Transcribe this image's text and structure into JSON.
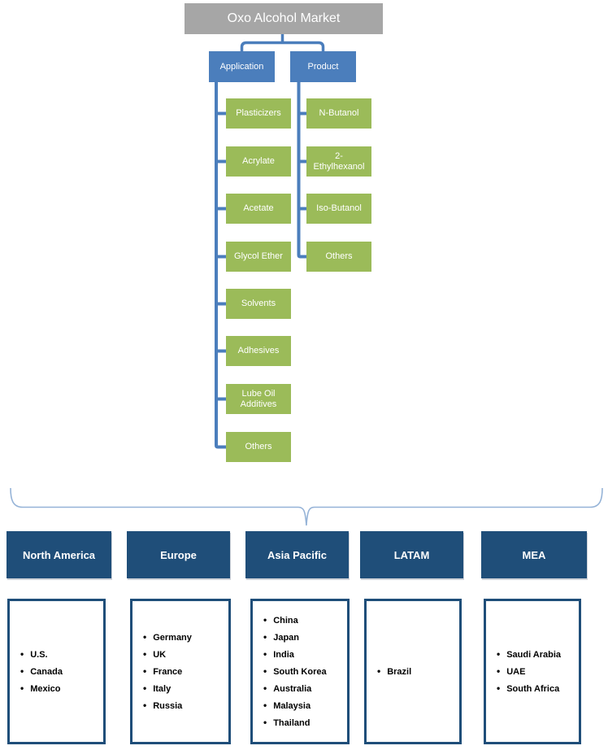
{
  "title": "Oxo Alcohol Market",
  "colors": {
    "root_box": "#a6a6a6",
    "category_box": "#4b7ebc",
    "leaf_box": "#9bbb59",
    "connector": "#4b7ebc",
    "brace": "#95b3d7",
    "region_header": "#1f4e79",
    "country_border": "#1f4e79",
    "text_light": "#ffffff",
    "text_dark": "#000000"
  },
  "tree": {
    "branches": [
      {
        "label": "Application",
        "items": [
          "Plasticizers",
          "Acrylate",
          "Acetate",
          "Glycol Ether",
          "Solvents",
          "Adhesives",
          "Lube Oil Additives",
          "Others"
        ]
      },
      {
        "label": "Product",
        "items": [
          "N-Butanol",
          "2-Ethylhexanol",
          "Iso-Butanol",
          "Others"
        ]
      }
    ]
  },
  "regions": [
    {
      "name": "North America",
      "countries": [
        "U.S.",
        "Canada",
        "Mexico"
      ]
    },
    {
      "name": "Europe",
      "countries": [
        "Germany",
        "UK",
        "France",
        "Italy",
        "Russia"
      ]
    },
    {
      "name": "Asia Pacific",
      "countries": [
        "China",
        "Japan",
        "India",
        "South Korea",
        "Australia",
        "Malaysia",
        "Thailand"
      ]
    },
    {
      "name": "LATAM",
      "countries": [
        "Brazil"
      ]
    },
    {
      "name": "MEA",
      "countries": [
        "Saudi Arabia",
        "UAE",
        "South Africa"
      ]
    }
  ]
}
